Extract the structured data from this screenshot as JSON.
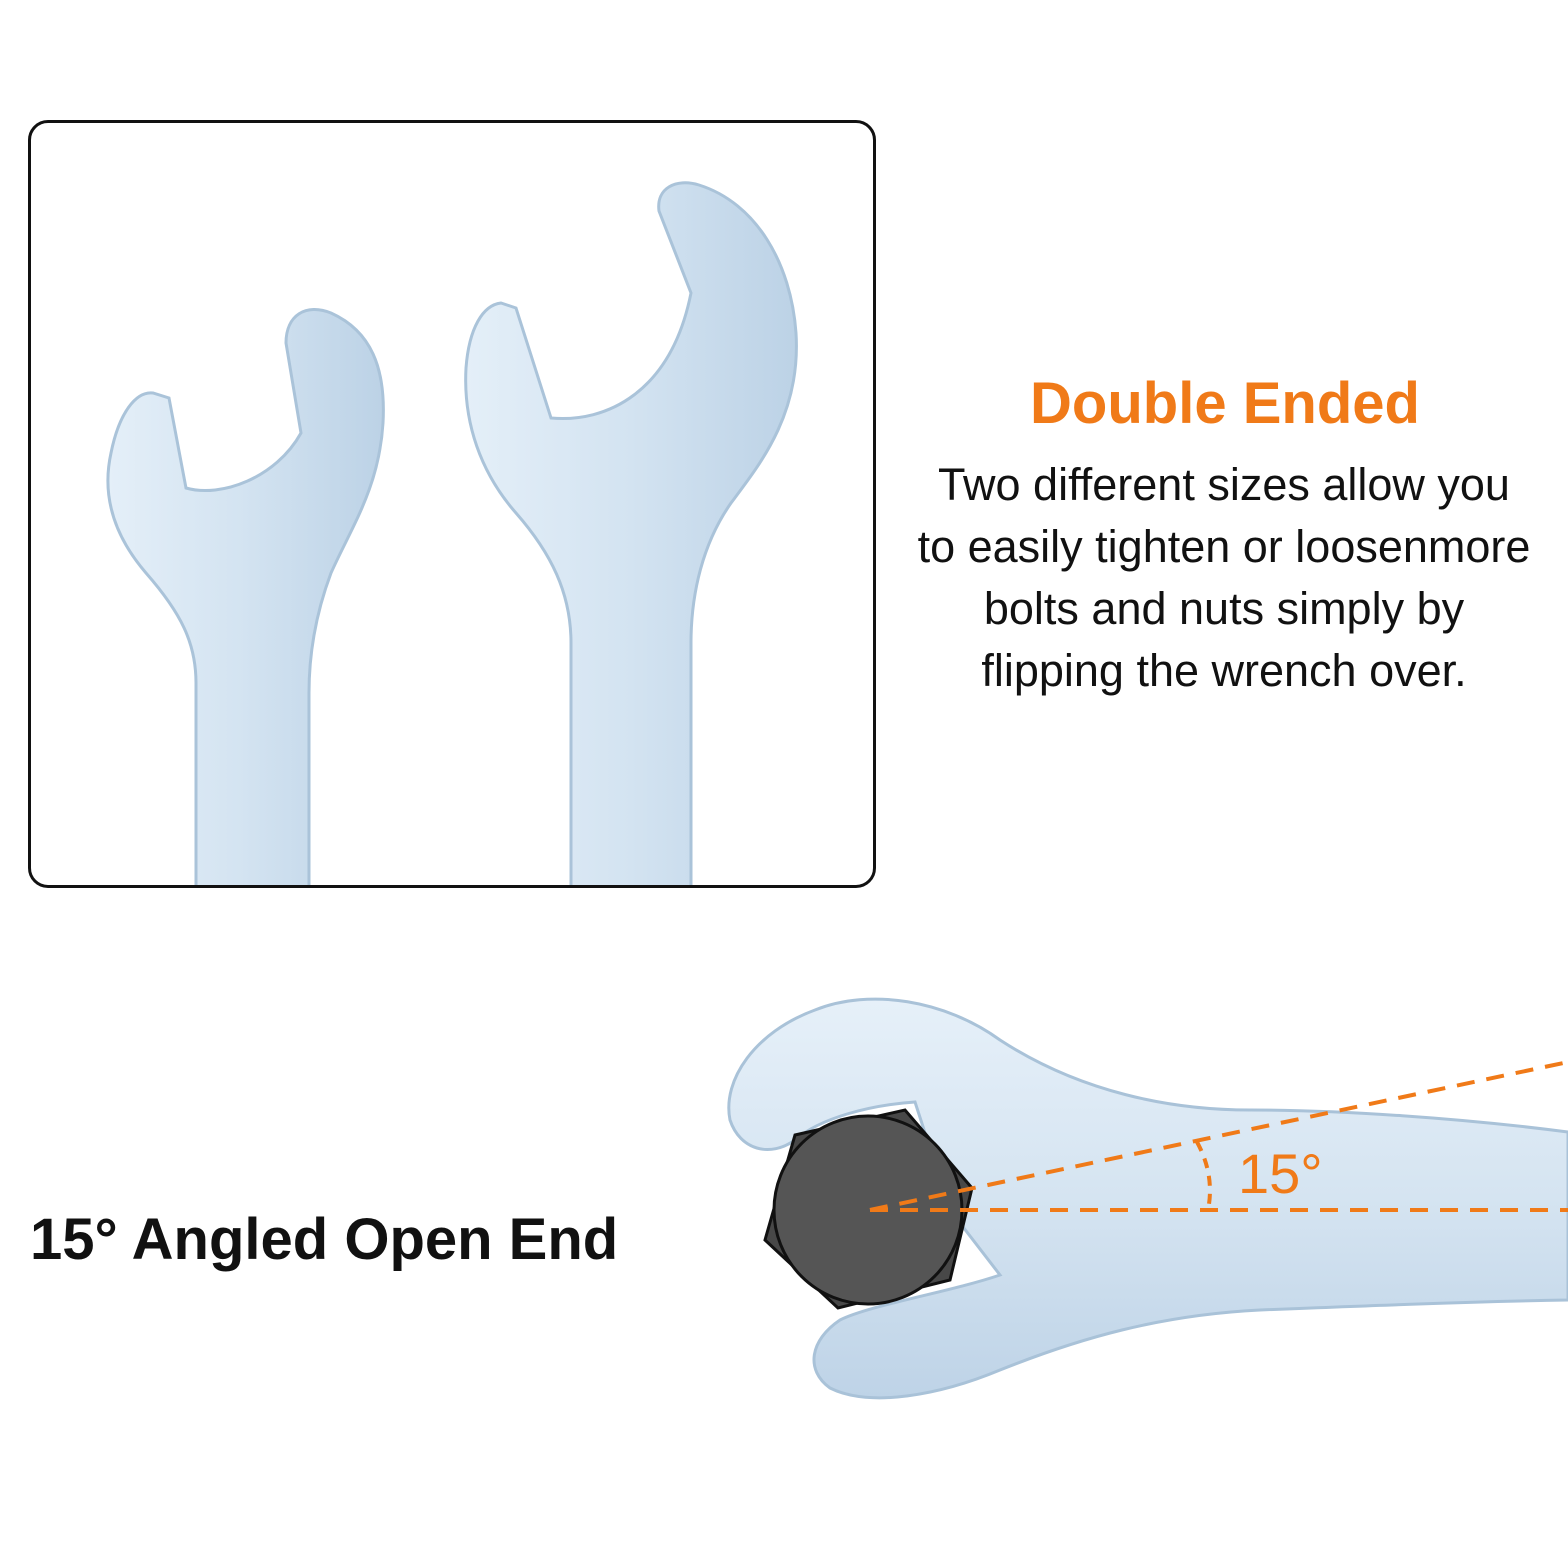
{
  "double_ended": {
    "title": "Double Ended",
    "description_lines": [
      "Two different sizes allow you",
      "to easily tighten or loosenmore",
      "bolts and nuts simply by",
      "flipping the wrench over."
    ]
  },
  "angled": {
    "title": "15° Angled Open End",
    "angle_label": "15°"
  },
  "colors": {
    "accent": "#f07a18",
    "text": "#111111",
    "steel": "#d8e6f2",
    "nut": "#4a4a4a"
  },
  "icons": [
    "small-wrench-icon",
    "large-wrench-icon",
    "angled-wrench-icon",
    "hex-nut-icon"
  ]
}
